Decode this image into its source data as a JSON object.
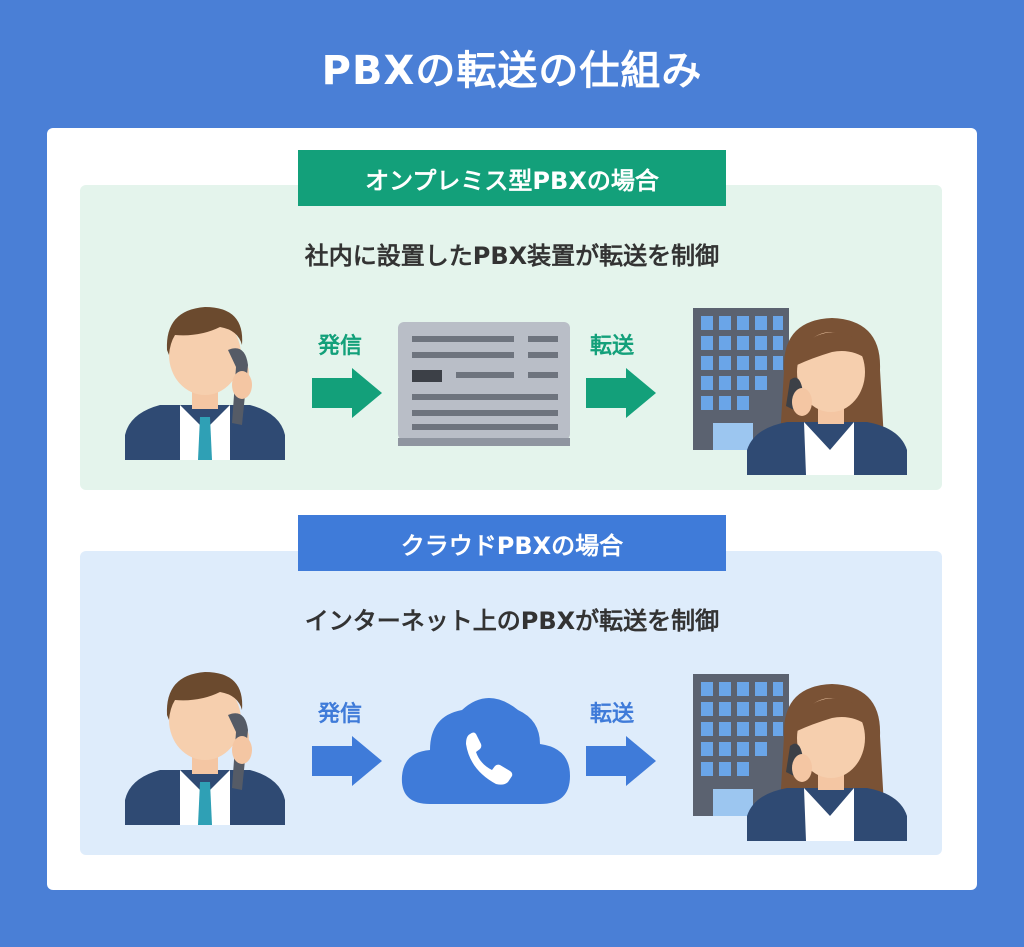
{
  "title": "PBXの転送の仕組み",
  "sections": [
    {
      "tag": "オンプレミス型PBXの場合",
      "subtitle": "社内に設置したPBX装置が転送を制御",
      "call_label": "発信",
      "transfer_label": "転送",
      "accent": "#13a07a",
      "middle_icon": "pbx-device-icon"
    },
    {
      "tag": "クラウドPBXの場合",
      "subtitle": "インターネット上のPBXが転送を制御",
      "call_label": "発信",
      "transfer_label": "転送",
      "accent": "#3f7bd9",
      "middle_icon": "cloud-phone-icon"
    }
  ],
  "colors": {
    "background": "#4a7fd6",
    "panel_green": "#e4f4ec",
    "panel_blue": "#deecfb"
  }
}
